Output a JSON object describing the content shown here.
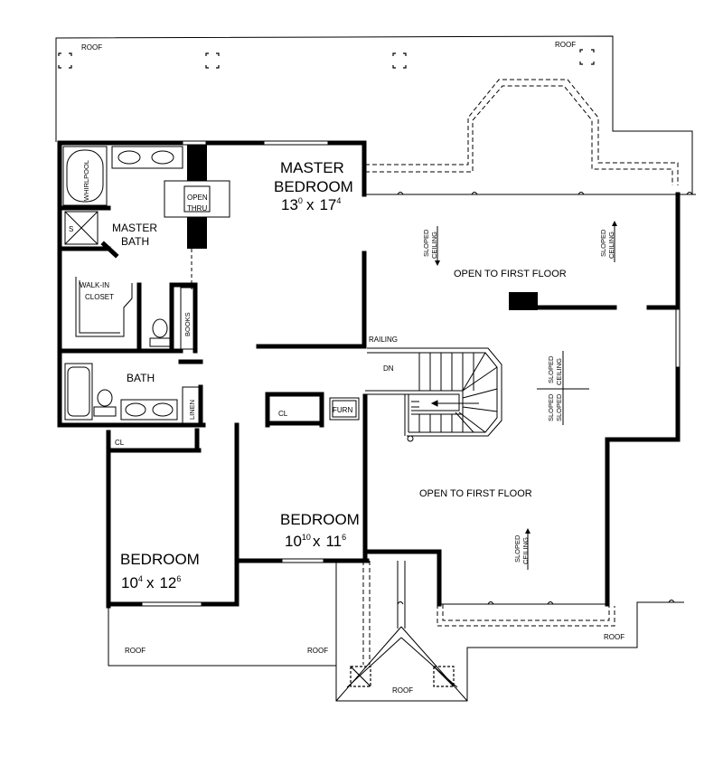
{
  "title": "",
  "rooms": {
    "master_bedroom": {
      "name_line1": "MASTER",
      "name_line2": "BEDROOM",
      "dim_a": "13",
      "dim_a_sup": "0",
      "dim_x": "x",
      "dim_b": "17",
      "dim_b_sup": "4"
    },
    "bedroom_right": {
      "name": "BEDROOM",
      "dim_a": "10",
      "dim_a_sup": "10",
      "dim_x": "x",
      "dim_b": "11",
      "dim_b_sup": "6"
    },
    "bedroom_left": {
      "name": "BEDROOM",
      "dim_a": "10",
      "dim_a_sup": "4",
      "dim_x": "x",
      "dim_b": "12",
      "dim_b_sup": "6"
    },
    "master_bath": {
      "line1": "MASTER",
      "line2": "BATH"
    },
    "bath": "BATH",
    "walk_in_closet": {
      "line1": "WALK-IN",
      "line2": "CLOSET"
    }
  },
  "labels": {
    "whirlpool": "WHIRLPOOL",
    "shower": "S",
    "open_thru_1": "OPEN",
    "open_thru_2": "THRU",
    "books": "BOOKS",
    "linen": "LINEN",
    "closet": "CL",
    "furnace": "FURN",
    "railing": "RAILING",
    "down": "DN",
    "open_to_first_floor": "OPEN TO FIRST FLOOR",
    "sloped_ceiling_1": "SLOPED",
    "sloped_ceiling_2": "CEILING",
    "roof": "ROOF"
  }
}
